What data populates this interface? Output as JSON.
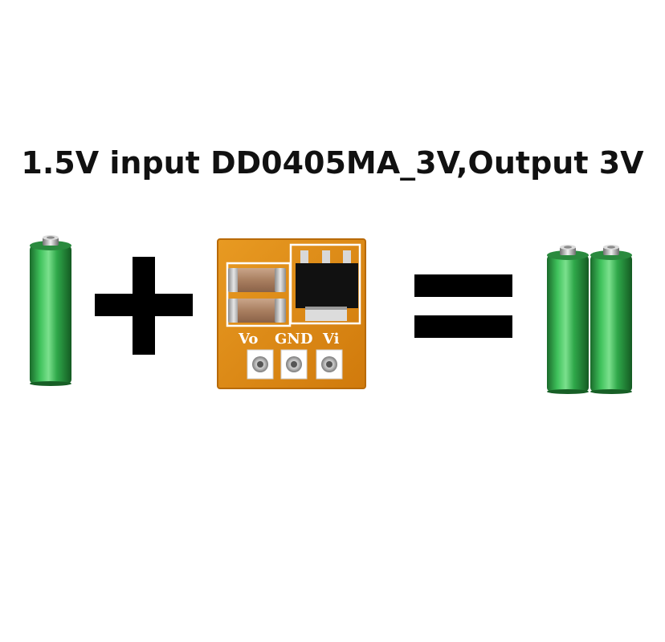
{
  "title": "1.5V input DD0405MA_3V,Output 3V",
  "equation": {
    "input_battery_count": 1,
    "output_battery_count": 2,
    "operators": [
      "plus-sign",
      "equals-sign"
    ]
  },
  "module": {
    "pin_labels": [
      "Vo",
      "GND",
      "Vi"
    ],
    "pcb_color": "#e08a14",
    "silkscreen_color": "#ffffff"
  },
  "colors": {
    "battery_green": "#2ea84a",
    "symbol_black": "#000000"
  }
}
